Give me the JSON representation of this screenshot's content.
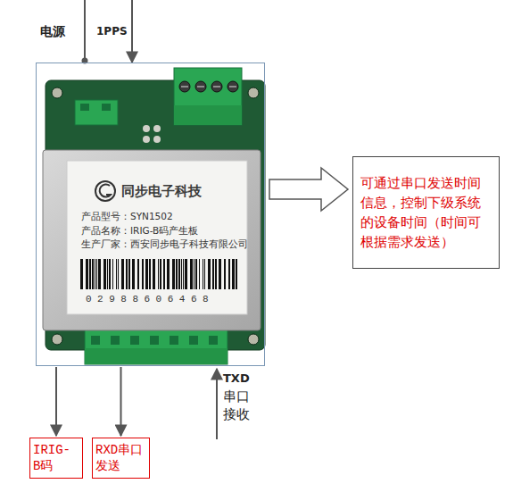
{
  "diagram": {
    "nodes": [
      {
        "text": [
          "同步电子科技",
          "产品型号：SYN1502",
          "产品名称：IRIG-B码产生板",
          "生产厂家：西安同步电子科技有限公司",
          "02988606468"
        ]
      },
      {
        "text": [
          "可通过串口发送时间 信息，控制下级系统 的设备时间（时间可 根据需求发送）"
        ]
      },
      {
        "text": [
          "IRIG- B码"
        ]
      },
      {
        "text": [
          "RXD串口 发送"
        ]
      }
    ],
    "edges": [
      {
        "from": 0,
        "to": 1,
        "arrow": "to"
      },
      {
        "from": 0,
        "to": 2,
        "arrow": "to"
      },
      {
        "from": 0,
        "to": 3,
        "arrow": "to"
      }
    ],
    "labels": [
      "电源",
      "1PPS",
      "TXD",
      "串口 接收"
    ]
  }
}
